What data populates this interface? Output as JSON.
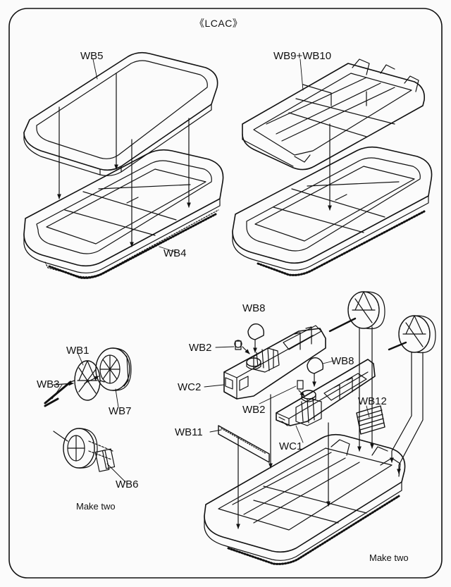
{
  "title": "《LCAC》",
  "labels": {
    "wb5": "WB5",
    "wb9_wb10": "WB9+WB10",
    "wb4": "WB4",
    "wb8_top": "WB8",
    "wb2_top": "WB2",
    "wc2": "WC2",
    "wb8_mid": "WB8",
    "wb2_mid": "WB2",
    "wb1": "WB1",
    "wb3": "WB3",
    "wb7": "WB7",
    "wb12": "WB12",
    "wb11": "WB11",
    "wc1": "WC1",
    "wb6": "WB6"
  },
  "notes": {
    "make_two_left": "Make two",
    "make_two_right": "Make two"
  },
  "colors": {
    "ink": "#111111",
    "paper": "#fbfbfb"
  }
}
